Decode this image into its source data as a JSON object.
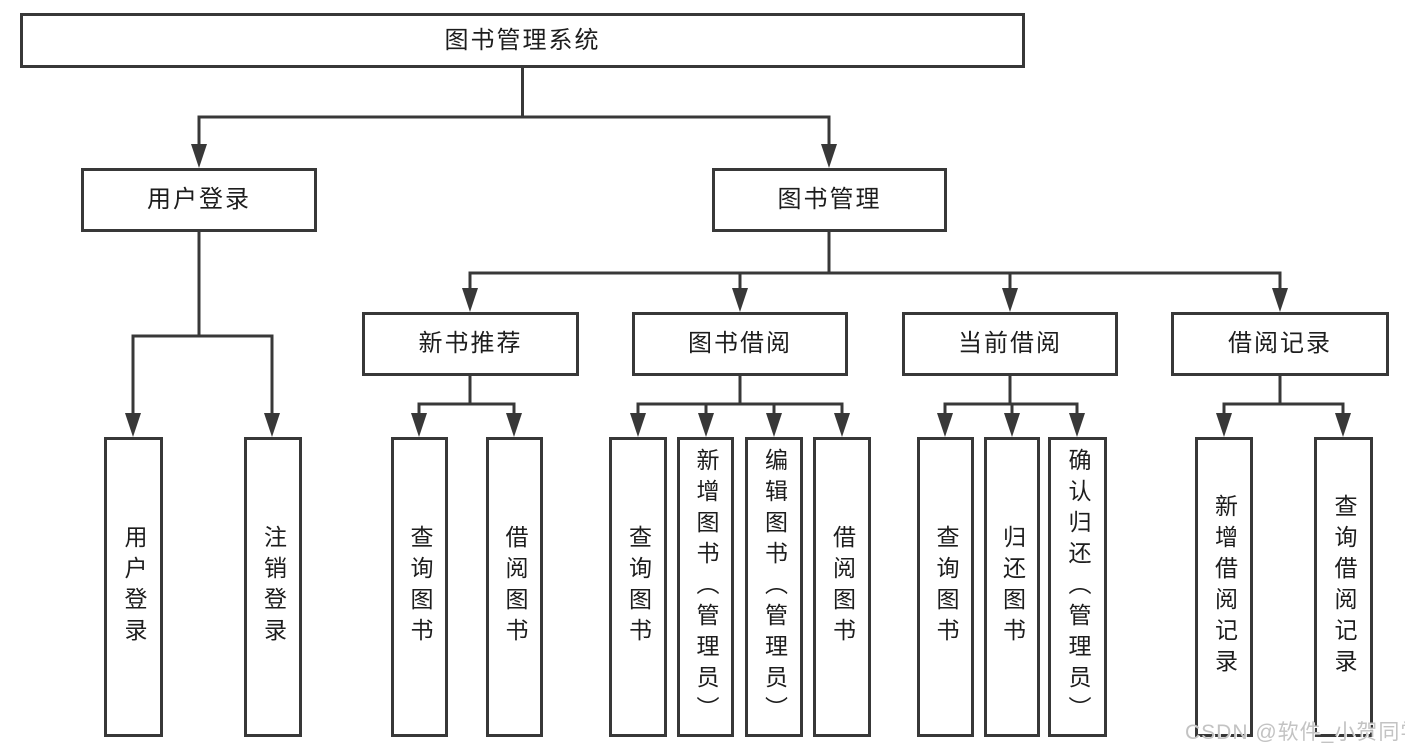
{
  "diagram": {
    "root": {
      "label": "图书管理系统"
    },
    "user_login": {
      "label": "用户登录",
      "children": [
        {
          "label": "用户登录"
        },
        {
          "label": "注销登录"
        }
      ]
    },
    "book_mgmt": {
      "label": "图书管理"
    },
    "new_book_rec": {
      "label": "新书推荐",
      "children": [
        {
          "label": "查询图书"
        },
        {
          "label": "借阅图书"
        }
      ]
    },
    "book_borrowing": {
      "label": "图书借阅",
      "children": [
        {
          "label": "查询图书"
        },
        {
          "label": "新增图书（管理员）"
        },
        {
          "label": "编辑图书（管理员）"
        },
        {
          "label": "借阅图书"
        }
      ]
    },
    "current_borrowing": {
      "label": "当前借阅",
      "children": [
        {
          "label": "查询图书"
        },
        {
          "label": "归还图书"
        },
        {
          "label": "确认归还（管理员）"
        }
      ]
    },
    "borrowing_records": {
      "label": "借阅记录",
      "children": [
        {
          "label": "新增借阅记录"
        },
        {
          "label": "查询借阅记录"
        }
      ]
    }
  },
  "watermark": {
    "text": "CSDN @软件_小贺同学"
  },
  "colors": {
    "line": "#383838",
    "text": "#1d1d1d",
    "watermark": "#c3c3c3",
    "background": "#ffffff"
  }
}
